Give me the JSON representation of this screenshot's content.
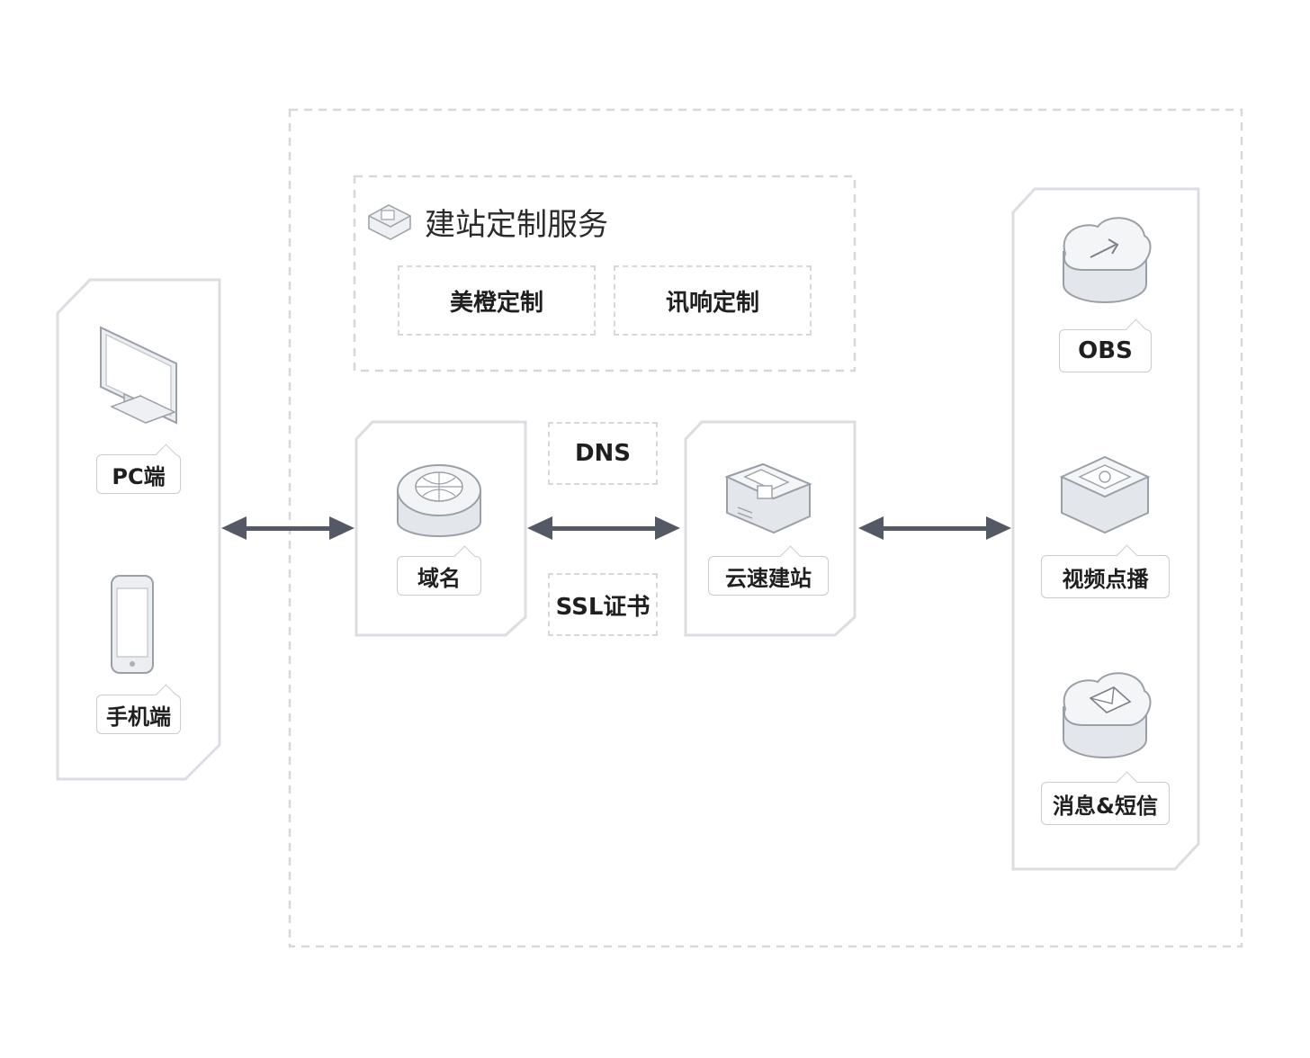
{
  "service_group": {
    "title": "建站定制服务",
    "items": [
      "美橙定制",
      "讯响定制"
    ]
  },
  "clients": [
    {
      "label": "PC端",
      "icon": "monitor-icon"
    },
    {
      "label": "手机端",
      "icon": "phone-icon"
    }
  ],
  "center": {
    "domain": {
      "label": "域名",
      "icon": "globe-server-icon"
    },
    "site": {
      "label": "云速建站",
      "icon": "website-server-icon"
    },
    "links": [
      "DNS",
      "SSL证书"
    ]
  },
  "services": [
    {
      "label": "OBS",
      "icon": "cloud-upload-icon"
    },
    {
      "label": "视频点播",
      "icon": "video-play-icon"
    },
    {
      "label": "消息&短信",
      "icon": "mail-cloud-icon"
    }
  ],
  "colors": {
    "frame": "#d6d8dc",
    "arrow": "#535a66",
    "panel_border": "#dcdde2"
  }
}
